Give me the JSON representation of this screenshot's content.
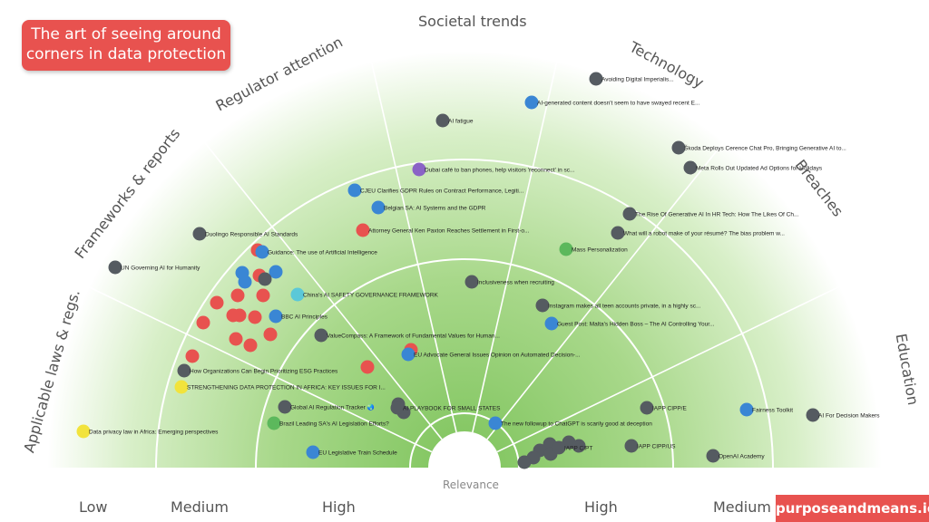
{
  "title": {
    "line1": "The art of seeing around",
    "line2": "corners in data protection"
  },
  "categories": {
    "societal": "Societal trends",
    "technology": "Technology",
    "breaches": "Breaches",
    "education": "Education",
    "regulator": "Regulator attention",
    "frameworks": "Frameworks & reports",
    "laws": "Applicable laws & regs."
  },
  "axis": {
    "title": "Relevance",
    "left": [
      "Low",
      "Medium",
      "High"
    ],
    "right": [
      "High",
      "Medium"
    ]
  },
  "brand": "purposeandmeans.io",
  "colors": {
    "red": "#e8524f",
    "dark": "#555b61",
    "blue": "#3a86d4",
    "green": "#5cb85c",
    "purple": "#8a63c6",
    "cyan": "#5bc8d8",
    "yellow": "#f2e33c"
  },
  "items": [
    {
      "label": "Avoiding Digital Imperialis...",
      "color": "dark"
    },
    {
      "label": "AI-generated content doesn't seem to have swayed recent E...",
      "color": "blue"
    },
    {
      "label": "AI fatigue",
      "color": "dark"
    },
    {
      "label": "Škoda Deploys Cerence Chat Pro, Bringing Generative AI to...",
      "color": "dark"
    },
    {
      "label": "Meta Rolls Out Updated Ad Options for Holidays",
      "color": "dark"
    },
    {
      "label": "Dubai café to ban phones, help visitors 'reconnect' in sc...",
      "color": "purple"
    },
    {
      "label": "CJEU Clarifies GDPR Rules on Contract Performance, Legiti...",
      "color": "blue"
    },
    {
      "label": "Belgian SA: AI Systems and the GDPR",
      "color": "blue"
    },
    {
      "label": "The Rise Of Generative AI In HR Tech: How The Likes Of Ch...",
      "color": "dark"
    },
    {
      "label": "What will a robot make of your résumé? The bias problem w...",
      "color": "dark"
    },
    {
      "label": "Attorney General Ken Paxton Reaches Settlement in First-o...",
      "color": "red"
    },
    {
      "label": "Duolingo Responsible AI Standards",
      "color": "dark"
    },
    {
      "label": "Mass Personalization",
      "color": "green"
    },
    {
      "label": "Guidance: The use of Artificial Intelligence",
      "color": "blue"
    },
    {
      "label": "UN Governing AI for Humanity",
      "color": "dark"
    },
    {
      "label": "Inclusiveness when recruiting",
      "color": "dark"
    },
    {
      "label": "China's AI SAFETY GOVERNANCE FRAMEWORK",
      "color": "cyan"
    },
    {
      "label": "Instagram makes all teen accounts private, in a highly sc...",
      "color": "dark"
    },
    {
      "label": "BBC AI Principles",
      "color": "blue"
    },
    {
      "label": "Guest Post: Malta's Hidden Boss – The AI Controlling Your...",
      "color": "blue"
    },
    {
      "label": "ValueCompass: A Framework of Fundamental Values for Human...",
      "color": "dark"
    },
    {
      "label": "EU Advocate General Issues Opinion on Automated Decision-...",
      "color": "blue"
    },
    {
      "label": "How Organizations Can Begin Prioritizing ESG Practices",
      "color": "dark"
    },
    {
      "label": "STRENGTHENING DATA PROTECTION IN AFRICA: KEY ISSUES FOR I...",
      "color": "yellow"
    },
    {
      "label": "Global AI Regulation Tracker 🌏",
      "color": "dark"
    },
    {
      "label": "AI PLAYBOOK FOR SMALL STATES",
      "color": "dark"
    },
    {
      "label": "IAPP CIPP/E",
      "color": "dark"
    },
    {
      "label": "Fairness Toolkit",
      "color": "blue"
    },
    {
      "label": "AI For Decision Makers",
      "color": "dark"
    },
    {
      "label": "Brazil Leading SA's AI Legislation Efforts?",
      "color": "green"
    },
    {
      "label": "The new followup to ChatGPT is scarily good at deception",
      "color": "blue"
    },
    {
      "label": "Data privacy law in Africa: Emerging perspectives",
      "color": "yellow"
    },
    {
      "label": "IAPP CIPT",
      "color": "dark"
    },
    {
      "label": "IAPP CIPP/US",
      "color": "dark"
    },
    {
      "label": "EU Legislative Train Schedule",
      "color": "blue"
    },
    {
      "label": "OpenAI Academy",
      "color": "dark"
    }
  ]
}
